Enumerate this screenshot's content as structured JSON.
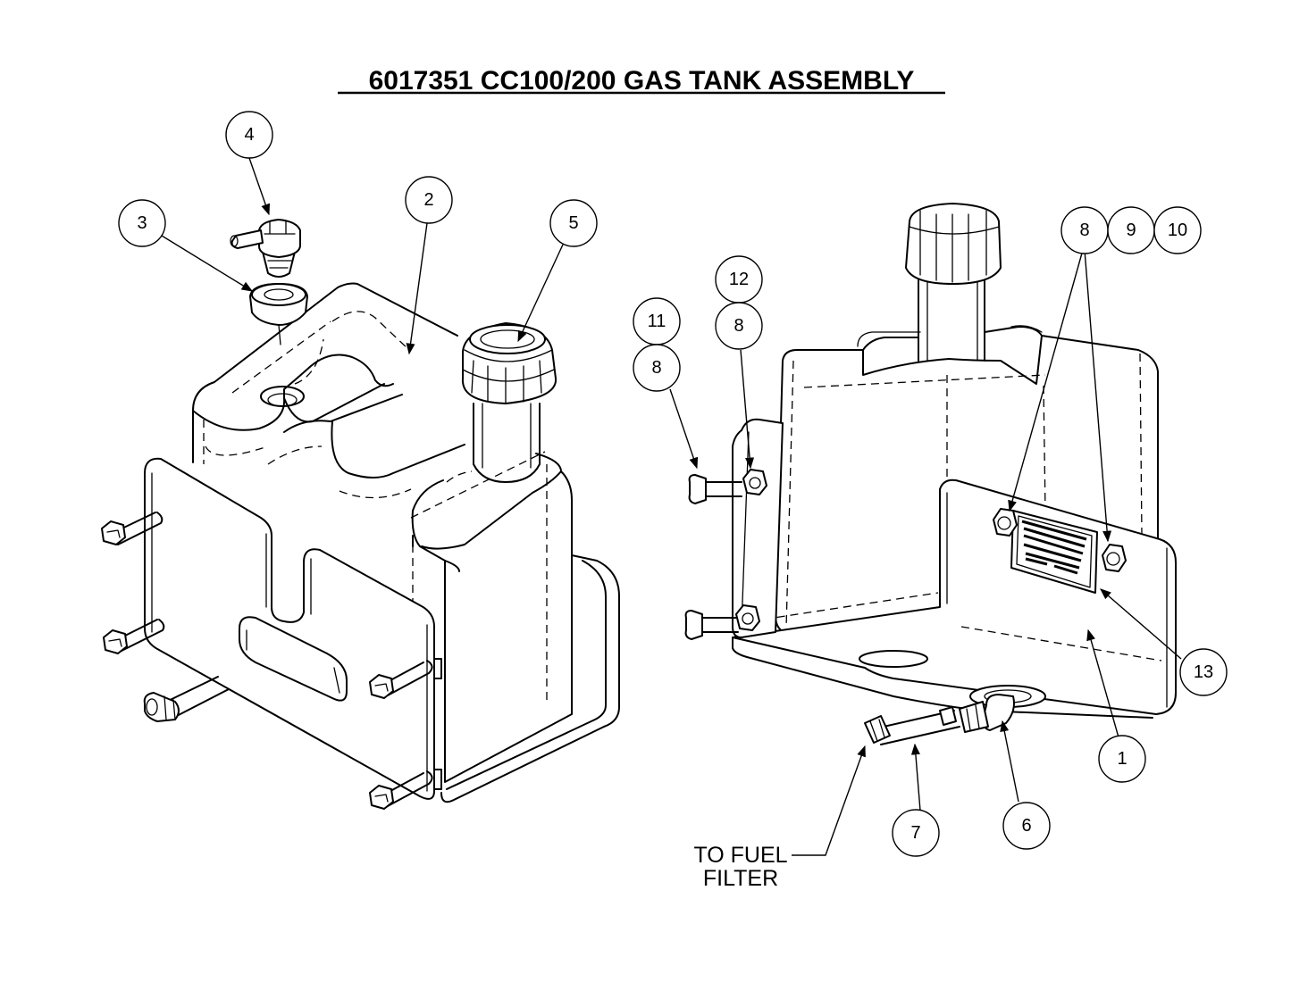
{
  "title": "6017351 CC100/200 GAS TANK ASSEMBLY",
  "note": {
    "line1": "TO FUEL",
    "line2": "FILTER"
  },
  "balloons": {
    "b1": "1",
    "b2": "2",
    "b3": "3",
    "b4": "4",
    "b5": "5",
    "b6": "6",
    "b7": "7",
    "b8_top_right": "8",
    "b9": "9",
    "b10": "10",
    "b11": "11",
    "b8_left_lower": "8",
    "b12": "12",
    "b8_left_upper": "8",
    "b13": "13"
  }
}
